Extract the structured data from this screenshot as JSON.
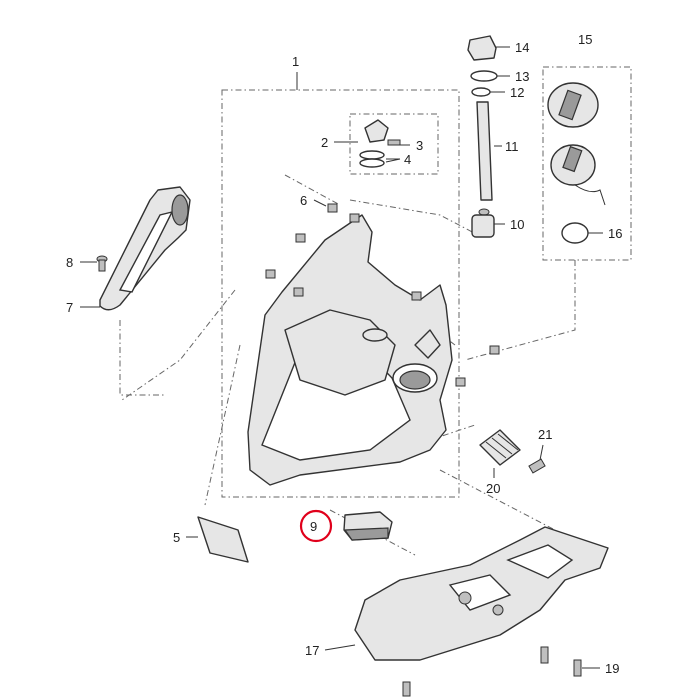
{
  "labels": {
    "p1": "1",
    "p2": "2",
    "p3": "3",
    "p4": "4",
    "p5": "5",
    "p6": "6",
    "p7": "7",
    "p8": "8",
    "p9": "9",
    "p10": "10",
    "p11": "11",
    "p12": "12",
    "p13": "13",
    "p14": "14",
    "p15": "15",
    "p16": "16",
    "p17": "17",
    "p19": "19",
    "p20": "20",
    "p21": "21"
  },
  "highlight_color": "#e0001b"
}
